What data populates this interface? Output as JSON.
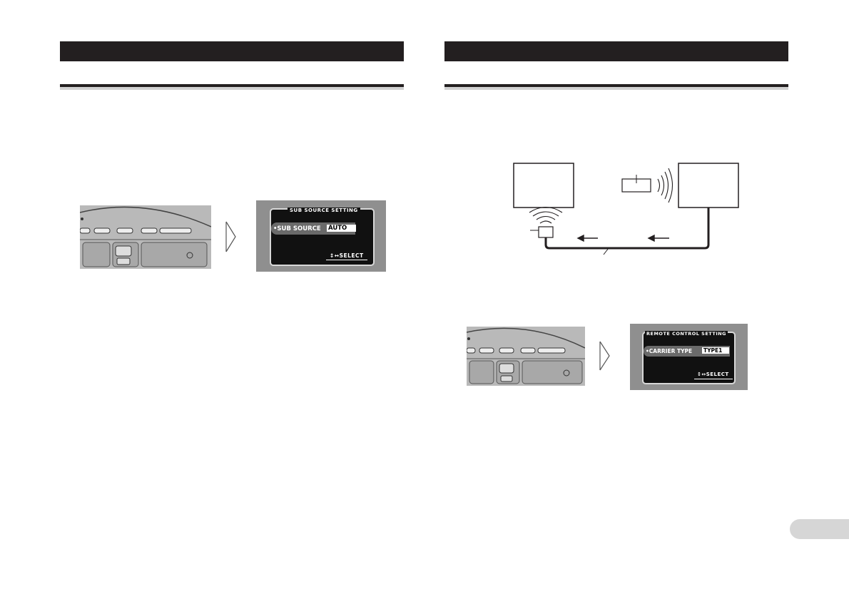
{
  "left": {
    "osd": {
      "header": "SUB SOURCE SETTING",
      "item_label": "•SUB SOURCE",
      "item_value": "AUTO",
      "hint": "↕↔SELECT"
    }
  },
  "right": {
    "osd": {
      "header": "REMOTE CONTROL SETTING",
      "item_label": "•CARRIER TYPE",
      "item_value": "TYPE1",
      "hint": "↕↔SELECT"
    }
  },
  "icons": {
    "arrow": "chevron-right-icon",
    "signal": "signal-waves-icon",
    "flow": "arrow-left-icon"
  }
}
